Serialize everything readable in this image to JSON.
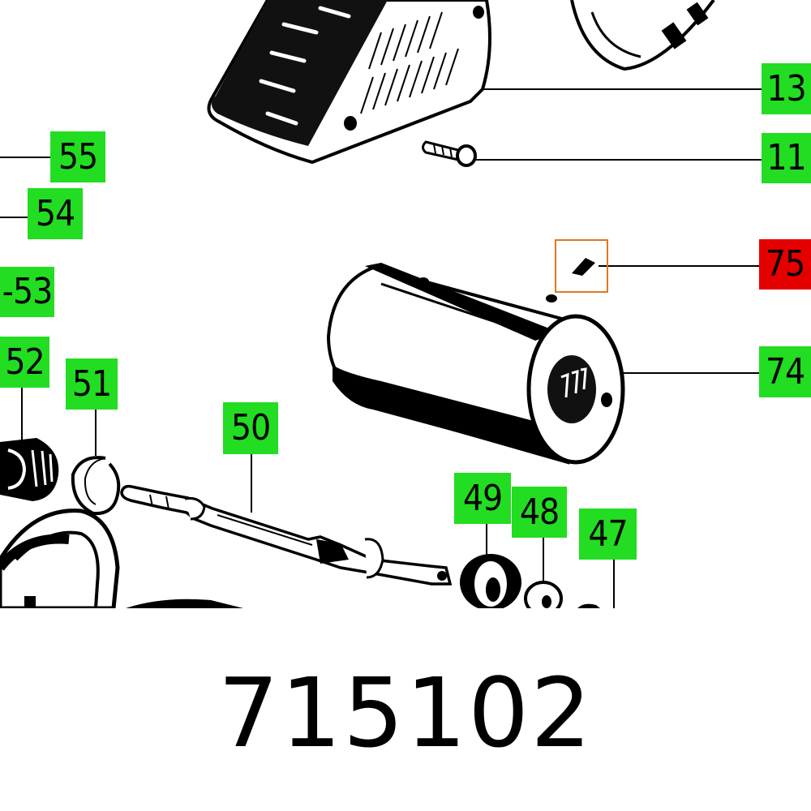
{
  "part_number": "715102",
  "colors": {
    "callout": "#22dd22",
    "callout_highlight": "#e50000",
    "selection_box": "#e07820",
    "ink": "#000000"
  },
  "callouts": [
    {
      "id": "13",
      "label": "13",
      "state": "normal"
    },
    {
      "id": "11",
      "label": "11",
      "state": "normal"
    },
    {
      "id": "55",
      "label": "55",
      "state": "normal"
    },
    {
      "id": "54",
      "label": "54",
      "state": "normal"
    },
    {
      "id": "75",
      "label": "75",
      "state": "highlighted"
    },
    {
      "id": "53",
      "label": "-53",
      "state": "normal"
    },
    {
      "id": "52",
      "label": "52",
      "state": "normal"
    },
    {
      "id": "74",
      "label": "74",
      "state": "normal"
    },
    {
      "id": "51",
      "label": "51",
      "state": "normal"
    },
    {
      "id": "50",
      "label": "50",
      "state": "normal"
    },
    {
      "id": "49",
      "label": "49",
      "state": "normal"
    },
    {
      "id": "48",
      "label": "48",
      "state": "normal"
    },
    {
      "id": "47",
      "label": "47",
      "state": "normal"
    }
  ]
}
